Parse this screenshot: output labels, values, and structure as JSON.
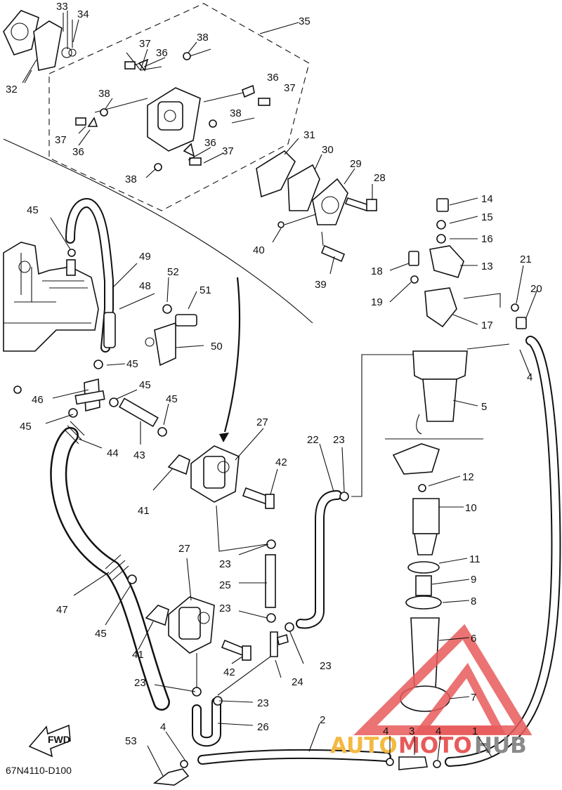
{
  "diagram_code": "67N4110-D100",
  "fwd_label": "FWD",
  "watermark": {
    "part1": "AUTO",
    "part2": "MOTO",
    "part3": "HUB",
    "color_orange": "#f4b942",
    "color_red": "#e85a5a",
    "color_gray": "#8a8a8a"
  },
  "callouts": {
    "c1": "1",
    "c2": "2",
    "c3": "3",
    "c4a": "4",
    "c4b": "4",
    "c4c": "4",
    "c4d": "4",
    "c5": "5",
    "c6": "6",
    "c7": "7",
    "c8": "8",
    "c9": "9",
    "c10": "10",
    "c11": "11",
    "c12": "12",
    "c13": "13",
    "c14": "14",
    "c15": "15",
    "c16": "16",
    "c17": "17",
    "c18": "18",
    "c19": "19",
    "c20": "20",
    "c21": "21",
    "c22": "22",
    "c23a": "23",
    "c23b": "23",
    "c23c": "23",
    "c23d": "23",
    "c23e": "23",
    "c23f": "23",
    "c24": "24",
    "c25": "25",
    "c26": "26",
    "c27a": "27",
    "c27b": "27",
    "c28": "28",
    "c29": "29",
    "c30": "30",
    "c31": "31",
    "c32": "32",
    "c33": "33",
    "c34": "34",
    "c35": "35",
    "c36a": "36",
    "c36b": "36",
    "c36c": "36",
    "c36d": "36",
    "c37a": "37",
    "c37b": "37",
    "c37c": "37",
    "c37d": "37",
    "c38a": "38",
    "c38b": "38",
    "c38c": "38",
    "c38d": "38",
    "c39": "39",
    "c40": "40",
    "c41a": "41",
    "c41b": "41",
    "c42a": "42",
    "c42b": "42",
    "c43": "43",
    "c44": "44",
    "c45a": "45",
    "c45b": "45",
    "c45c": "45",
    "c45d": "45",
    "c45e": "45",
    "c45f": "45",
    "c46": "46",
    "c47": "47",
    "c48": "48",
    "c49": "49",
    "c50": "50",
    "c51": "51",
    "c52": "52",
    "c53": "53"
  }
}
